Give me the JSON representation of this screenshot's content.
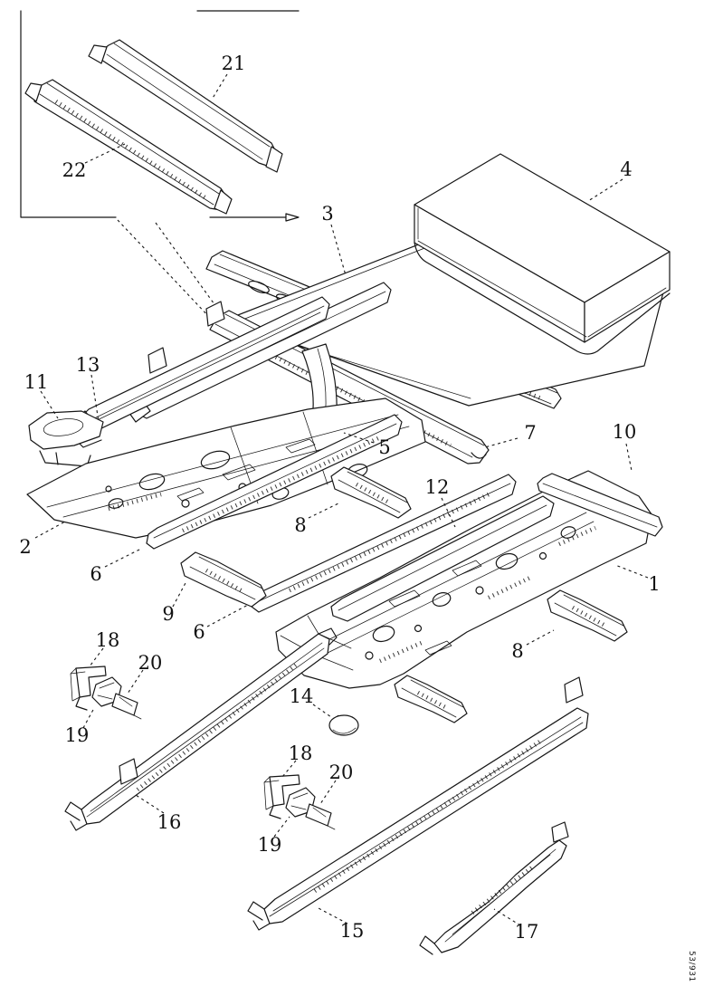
{
  "drawing": {
    "background_color": "#ffffff",
    "line_color": "#161616"
  },
  "callouts": {
    "c21": {
      "text": "21"
    },
    "c22": {
      "text": "22"
    },
    "c3": {
      "text": "3"
    },
    "c4": {
      "text": "4"
    },
    "c11": {
      "text": "11"
    },
    "c13": {
      "text": "13"
    },
    "c2": {
      "text": "2"
    },
    "c5": {
      "text": "5"
    },
    "c7": {
      "text": "7"
    },
    "c10": {
      "text": "10"
    },
    "c12": {
      "text": "12"
    },
    "c1": {
      "text": "1"
    },
    "c6a": {
      "text": "6"
    },
    "c6b": {
      "text": "6"
    },
    "c9": {
      "text": "9"
    },
    "c8a": {
      "text": "8"
    },
    "c8b": {
      "text": "8"
    },
    "c14": {
      "text": "14"
    },
    "c16": {
      "text": "16"
    },
    "c15": {
      "text": "15"
    },
    "c17": {
      "text": "17"
    },
    "c18a": {
      "text": "18"
    },
    "c19a": {
      "text": "19"
    },
    "c20a": {
      "text": "20"
    },
    "c18b": {
      "text": "18"
    },
    "c19b": {
      "text": "19"
    },
    "c20b": {
      "text": "20"
    }
  },
  "footer": {
    "doc_number": "53/931"
  }
}
